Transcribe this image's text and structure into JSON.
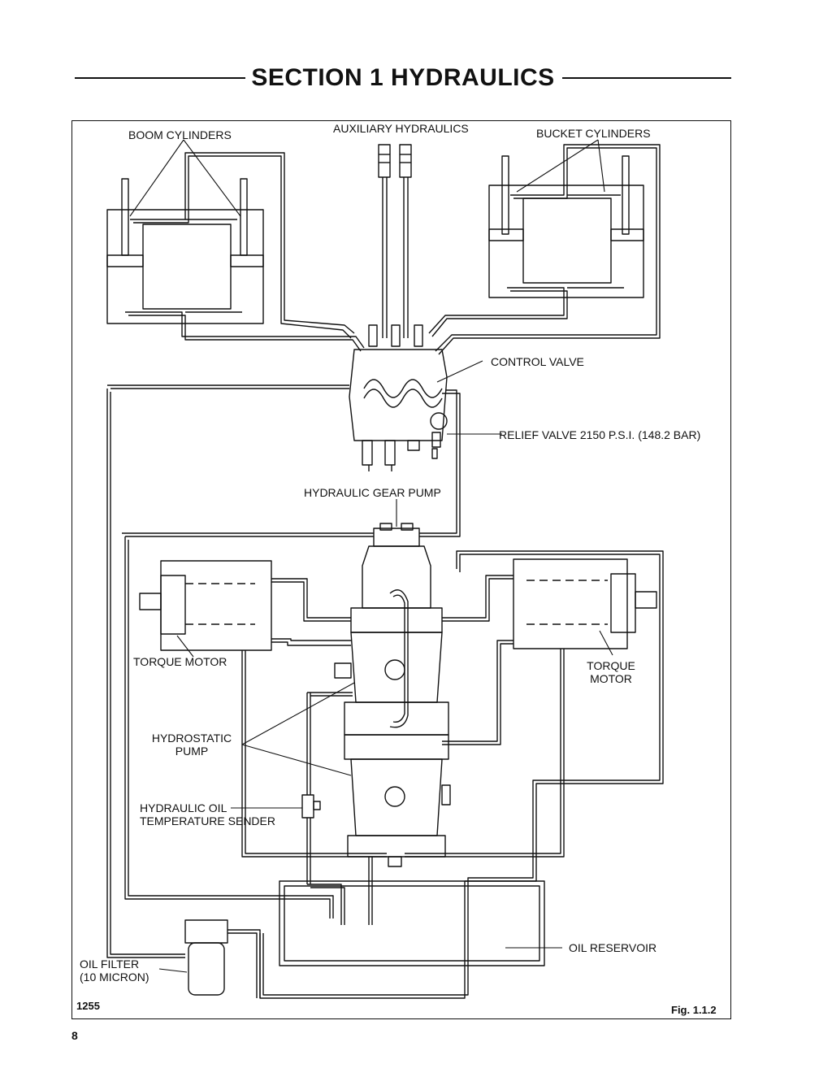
{
  "header": {
    "title": "SECTION 1   HYDRAULICS"
  },
  "labels": {
    "boom_cylinders": "BOOM CYLINDERS",
    "auxiliary_hydraulics": "AUXILIARY HYDRAULICS",
    "bucket_cylinders": "BUCKET CYLINDERS",
    "control_valve": "CONTROL VALVE",
    "relief_valve": "RELIEF VALVE 2150 P.S.I. (148.2 BAR)",
    "hydraulic_gear_pump": "HYDRAULIC GEAR PUMP",
    "torque_motor_left": "TORQUE MOTOR",
    "torque_motor_right_1": "TORQUE",
    "torque_motor_right_2": "MOTOR",
    "hydrostatic_pump_1": "HYDROSTATIC",
    "hydrostatic_pump_2": "PUMP",
    "temp_sender_1": "HYDRAULIC OIL",
    "temp_sender_2": "TEMPERATURE SENDER",
    "oil_reservoir": "OIL RESERVOIR",
    "oil_filter_1": "OIL FILTER",
    "oil_filter_2": "(10 MICRON)"
  },
  "footer": {
    "drawing_number": "1255",
    "figure_number": "Fig. 1.1.2",
    "page_number": "8"
  }
}
